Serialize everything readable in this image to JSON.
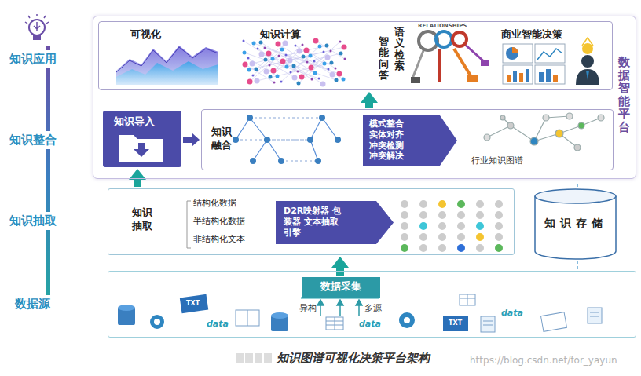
{
  "diagram": {
    "caption": "知识图谱可视化决策平台架构",
    "nodes": [
      {
        "text": [
          "数据智能平台"
        ]
      },
      {
        "text": [
          "可视化",
          "知识计算",
          "智能问答",
          "语义检索",
          "商业智能决策"
        ],
        "in": 0
      },
      {
        "text": [
          "知识导入"
        ],
        "in": 0
      },
      {
        "text": [
          "知识融合",
          "行业知识图谱"
        ],
        "in": 0
      },
      {
        "text": [
          "模式整合 实体对齐 冲突检测 冲突解决"
        ],
        "in": 3
      },
      {
        "text": [
          "知识抽取",
          "结构化数据",
          "半结构化数据",
          "非结构化文本"
        ]
      },
      {
        "text": [
          "D2R映射器 包装器 文本抽取引擎"
        ],
        "in": 5
      },
      {
        "text": [
          "知识存储"
        ]
      },
      {
        "text": [
          "TXT",
          "data",
          "异构",
          "多源",
          "data",
          "TXT",
          "data"
        ]
      },
      {
        "text": [
          "数据采集"
        ],
        "in": 8
      }
    ],
    "edges": [
      {
        "from": 5,
        "to": 2,
        "arrow": "to"
      },
      {
        "from": 2,
        "to": 3,
        "arrow": "to"
      },
      {
        "from": 3,
        "to": 1,
        "arrow": "to"
      },
      {
        "from": 9,
        "to": 5,
        "arrow": "to"
      },
      {
        "from": 7,
        "to": 0,
        "arrow": "none"
      },
      {
        "from": 7,
        "to": 8,
        "arrow": "none"
      }
    ],
    "labels": [
      "知识应用",
      "知识整合",
      "知识抽取",
      "数据源",
      "RELATIONSHIPS",
      "https://blog.csdn.net/for_yayun"
    ]
  }
}
